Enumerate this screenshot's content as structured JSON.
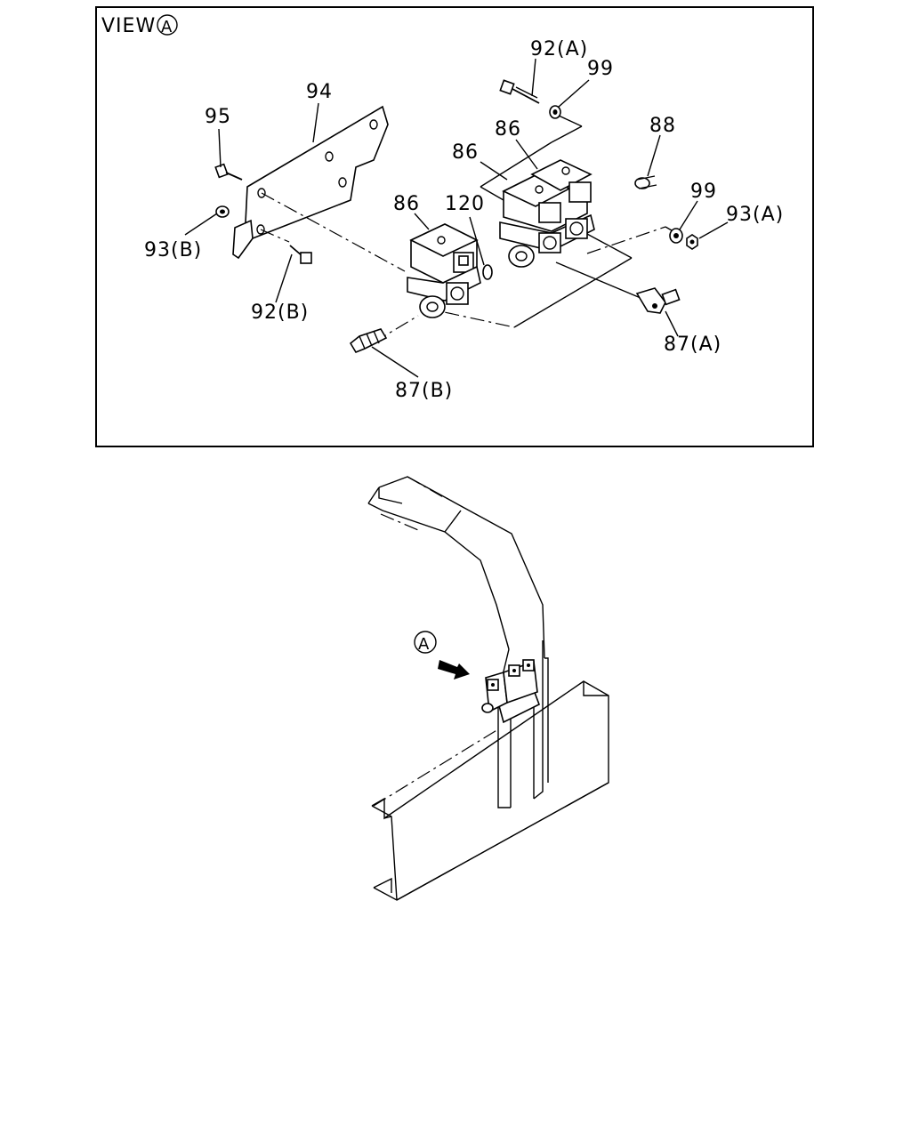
{
  "view_label": "VIEW",
  "view_marker": "A",
  "callouts": {
    "c94": "94",
    "c95": "95",
    "c93b": "93(B)",
    "c92b": "92(B)",
    "c86a": "86",
    "c86b": "86",
    "c86c": "86",
    "c120": "120",
    "c92a": "92(A)",
    "c99a": "99",
    "c88": "88",
    "c99b": "99",
    "c93a": "93(A)",
    "c87a": "87(A)",
    "c87b": "87(B)"
  },
  "frame_marker": "A"
}
